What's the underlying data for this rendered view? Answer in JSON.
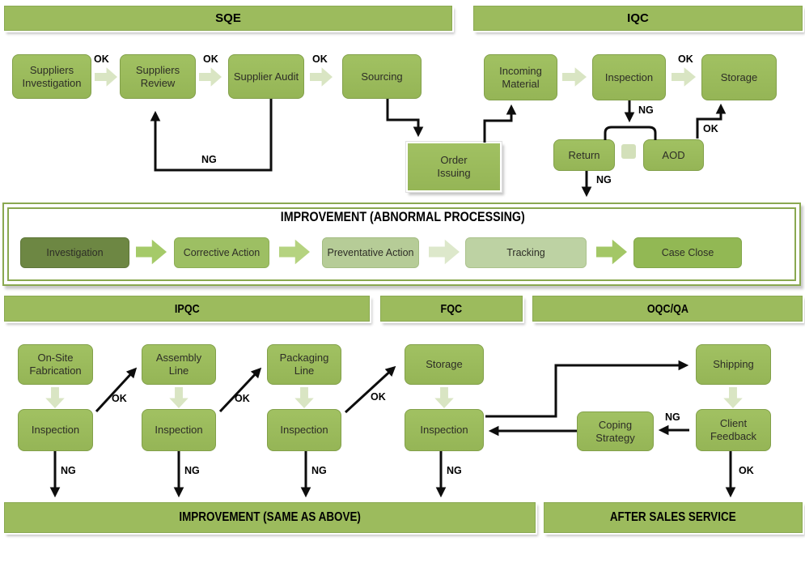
{
  "sections": {
    "sqe": "SQE",
    "iqc": "IQC",
    "improvement_abnormal": "IMPROVEMENT (ABNORMAL PROCESSING)",
    "ipqc": "IPQC",
    "fqc": "FQC",
    "oqc_qa": "OQC/QA",
    "improvement_same": "IMPROVEMENT (SAME AS ABOVE)",
    "after_sales": "AFTER SALES SERVICE"
  },
  "nodes": {
    "suppliers_investigation": "Suppliers Investigation",
    "suppliers_review": "Suppliers Review",
    "supplier_audit": "Supplier Audit",
    "sourcing": "Sourcing",
    "order_issuing": "Order Issuing",
    "incoming_material": "Incoming Material",
    "inspection": "Inspection",
    "storage": "Storage",
    "return": "Return",
    "aod": "AOD",
    "investigation": "Investigation",
    "corrective_action": "Corrective Action",
    "preventative_action": "Preventative Action",
    "tracking": "Tracking",
    "case_close": "Case Close",
    "onsite_fabrication": "On-Site Fabrication",
    "assembly_line": "Assembly Line",
    "packaging_line": "Packaging Line",
    "shipping": "Shipping",
    "client_feedback": "Client Feedback",
    "coping_strategy": "Coping Strategy"
  },
  "labels": {
    "ok": "OK",
    "ng": "NG"
  },
  "colors": {
    "box_green": "#9cbb5d",
    "box_border": "#82a04a",
    "pale_arrow": "#d9e5c3",
    "investigation_dark": "#6d8743",
    "corrective_green": "#9dbf63",
    "preventative_pale": "#b6cc97",
    "tracking_pale": "#bdd2a3",
    "case_close_green": "#92b854",
    "band_border": "#8aa850",
    "connector_black": "#0d0d0d"
  }
}
